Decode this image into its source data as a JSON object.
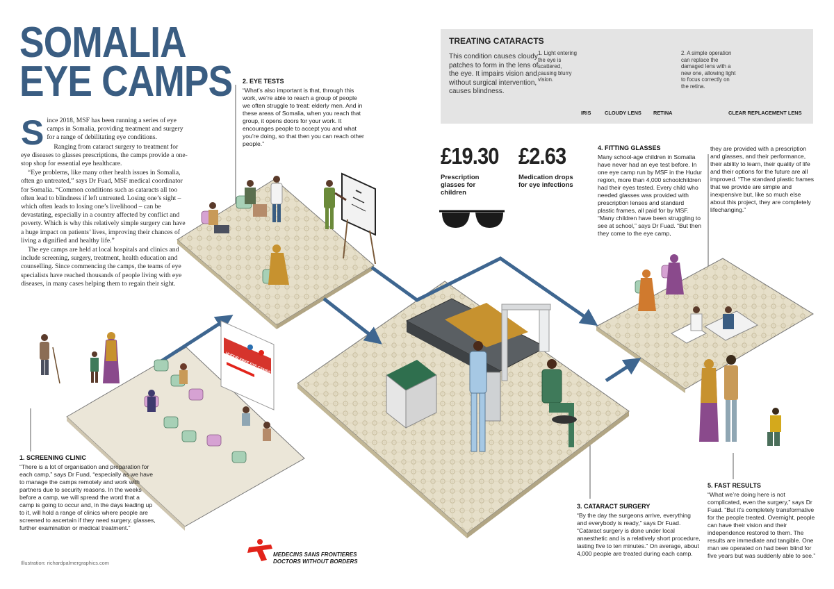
{
  "header": {
    "title_line1": "SOMALIA",
    "title_line2": "EYE CAMPS"
  },
  "intro": {
    "dropcap": "S",
    "p1": "ince 2018, MSF has been running a series of eye camps in Somalia, providing treatment and surgery for a range of debilitating eye conditions.",
    "p2": "Ranging from cataract surgery to treatment for eye diseases to glasses prescriptions, the camps provide a one-stop shop for essential eye healthcare.",
    "p3": "“Eye problems, like many other health issues in Somalia, often go untreated,” says Dr Fuad, MSF medical coordinator for Somalia. “Common conditions such as cataracts all too often lead to blindness if left untreated. Losing one’s sight – which often leads to losing one’s livelihood – can be devastating, especially in a country affected by conflict and poverty. Which is why this relatively simple surgery can have a huge impact on patients’ lives, improving their chances of living a dignified and healthy life.”",
    "p4": "The eye camps are held at local hospitals and clinics and include screening, surgery, treatment, health education and counselling. Since commencing the camps, the teams of eye specialists have reached thousands of people living with eye diseases, in many cases helping them to regain their sight."
  },
  "sections": {
    "screening": {
      "heading": "1. SCREENING CLINIC",
      "text": "“There is a lot of organisation and preparation for each camp,” says Dr Fuad, “especially as we have to manage the camps remotely and work with partners due to security reasons. In the weeks before a camp, we will spread the word that a camp is going to occur and, in the days leading up to it, will hold a range of clinics where people are screened to ascertain if they need surgery, glasses, further examination or medical treatment.”"
    },
    "eye_tests": {
      "heading": "2. EYE TESTS",
      "text": "“What’s also important is that, through this work, we’re able to reach a group of people we often struggle to treat: elderly men. And in these areas of Somalia, when you reach that group, it opens doors for your work. It encourages people to accept you and what you’re doing, so that then you can reach other people.”"
    },
    "surgery": {
      "heading": "3. CATARACT SURGERY",
      "text": "“By the day the surgeons arrive, everything and everybody is ready,” says Dr Fuad. “Cataract surgery is done under local anaesthetic and is a relatively short procedure, lasting five to ten minutes.” On average, about 4,000 people are treated during each camp."
    },
    "glasses": {
      "heading": "4. FITTING GLASSES",
      "text_col1": "Many school-age children in Somalia have never had an eye test before. In one eye camp run by MSF in the Hudur region, more than 4,000 schoolchildren had their eyes tested. Every child who needed glasses was provided with prescription lenses and standard plastic frames, all paid for by MSF. “Many children have been struggling to see at school,” says Dr Fuad. “But then they come to the eye camp,",
      "text_col2": "they are provided with a prescription and glasses, and their performance, their ability to learn, their quality of life and their options for the future are all improved. “The standard plastic frames that we provide are simple and inexpensive but, like so much else about this project, they are completely lifechanging.”"
    },
    "results": {
      "heading": "5. FAST RESULTS",
      "text": "“What we’re doing here is not complicated, even the surgery,” says Dr Fuad. “But it’s completely transformative for the people treated. Overnight, people can have their vision and their independence restored to them. The results are immediate and tangible. One man we operated on had been blind for five years but was suddenly able to see.”"
    }
  },
  "cataracts": {
    "title": "TREATING CATARACTS",
    "description": "This condition causes cloudy patches to form in the lens of the eye. It impairs vision and, without surgical intervention, causes blindness.",
    "step1": "1. Light entering the eye is scattered, causing blurry vision.",
    "step2": "2. A simple operation can replace the damaged lens with a new one, allowing light to focus correctly on the retina.",
    "label_iris": "IRIS",
    "label_cloudy": "CLOUDY LENS",
    "label_retina": "RETINA",
    "label_clear": "CLEAR REPLACEMENT LENS"
  },
  "prices": {
    "glasses_price": "£19.30",
    "glasses_label": "Prescription glasses for children",
    "drops_price": "£2.63",
    "drops_label": "Medication drops for eye infections"
  },
  "sign": {
    "line1": "HUDUR FREE EYE CAMPS"
  },
  "footer": {
    "credit": "Illustration: richardpalmergraphics.com",
    "msf_line1": "MEDECINS SANS FRONTIERES",
    "msf_line2": "DOCTORS WITHOUT BORDERS"
  },
  "colors": {
    "title_blue": "#3a5d82",
    "arrow_blue": "#3e6690",
    "msf_red": "#e2231a",
    "panel_grey": "#e4e4e4"
  }
}
